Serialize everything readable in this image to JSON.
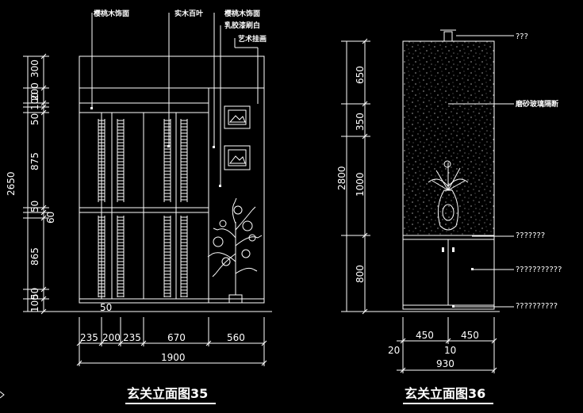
{
  "left_view": {
    "title": "玄关立面图35",
    "labels": [
      "樱桃木饰面",
      "实木百叶",
      "樱桃木饰面",
      "乳胶漆刷白",
      "艺术挂画"
    ],
    "vdims": [
      "300",
      "200",
      "100",
      "50",
      "875",
      "50",
      "60",
      "865",
      "50",
      "100"
    ],
    "total_height": "2650",
    "hdims": [
      "235",
      "200",
      "235",
      "670",
      "560"
    ],
    "total_width": "1900",
    "mark50": "50"
  },
  "right_view": {
    "title": "玄关立面图36",
    "labels": [
      "???",
      "磨砂玻璃隔断",
      "???????",
      "???????????",
      "??????????"
    ],
    "vdims": [
      "650",
      "350",
      "1000",
      "800"
    ],
    "total_height": "2800",
    "hdims": [
      "450",
      "450"
    ],
    "small_dims": [
      "20",
      "10"
    ],
    "total_width": "930"
  }
}
